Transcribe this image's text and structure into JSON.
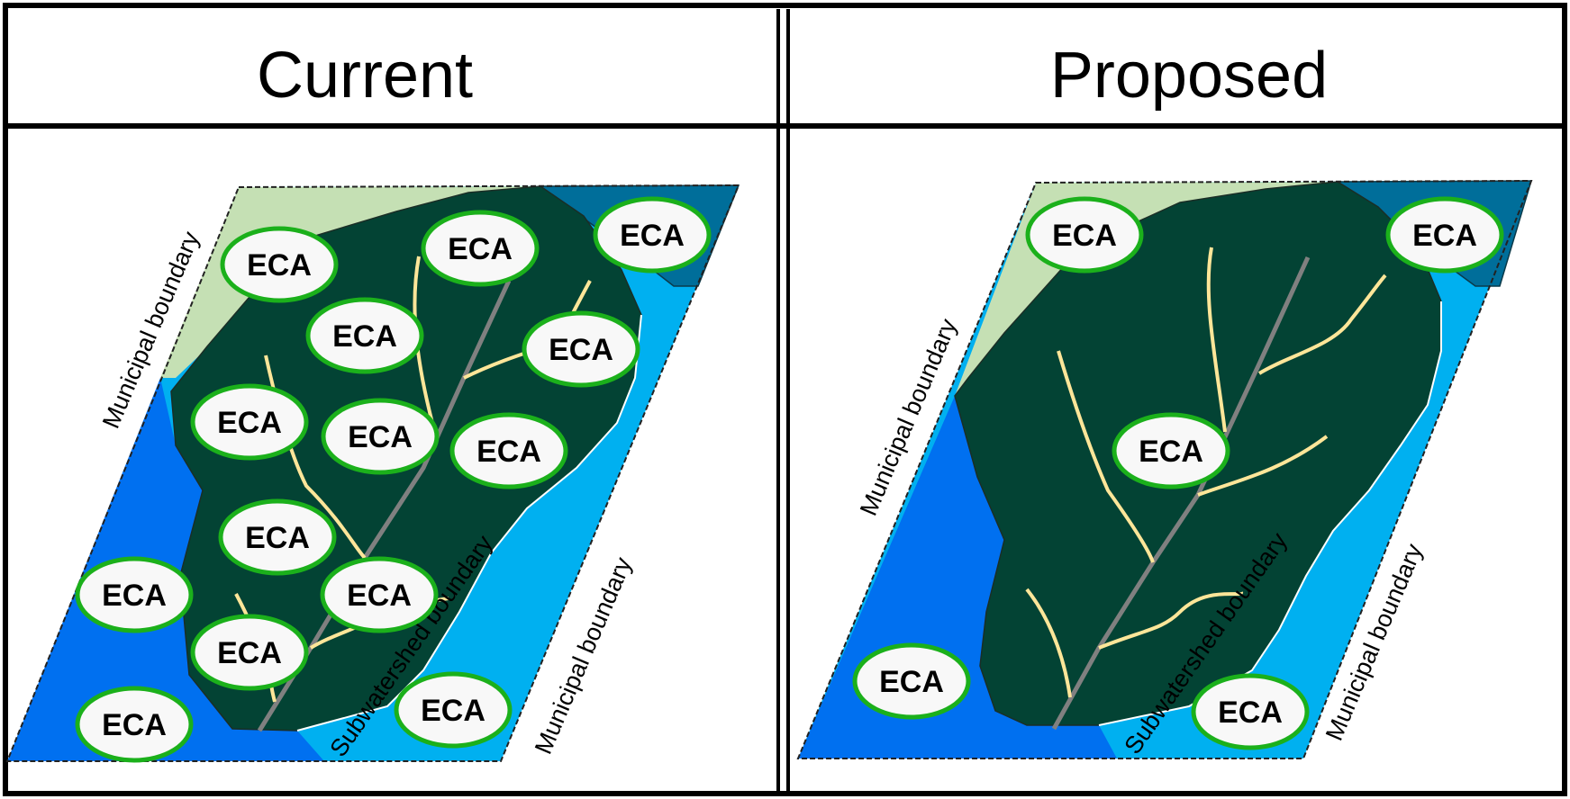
{
  "panels": {
    "current": {
      "title": "Current"
    },
    "proposed": {
      "title": "Proposed"
    }
  },
  "labels": {
    "eca": "ECA",
    "municipal_boundary": "Municipal boundary",
    "subwatershed_boundary": "Subwatershed boundary"
  },
  "colors": {
    "light_green": "#C5E0B4",
    "dark_green": "#034334",
    "deep_blue": "#0070F0",
    "light_blue": "#00B0F0",
    "teal": "#006E9A",
    "stream_yellow": "#FFE699",
    "river_grey": "#808080",
    "eca_border": "#1BB01B",
    "eca_fill": "#F8F8F8"
  }
}
